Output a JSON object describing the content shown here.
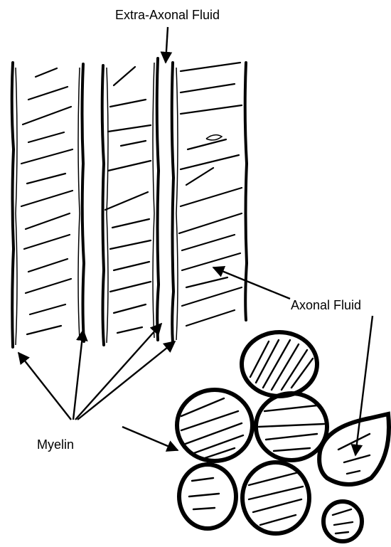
{
  "labels": {
    "extra_axonal_fluid": "Extra-Axonal Fluid",
    "axonal_fluid": "Axonal Fluid",
    "myelin": "Myelin"
  },
  "colors": {
    "ink": "#000000",
    "background": "#ffffff"
  }
}
